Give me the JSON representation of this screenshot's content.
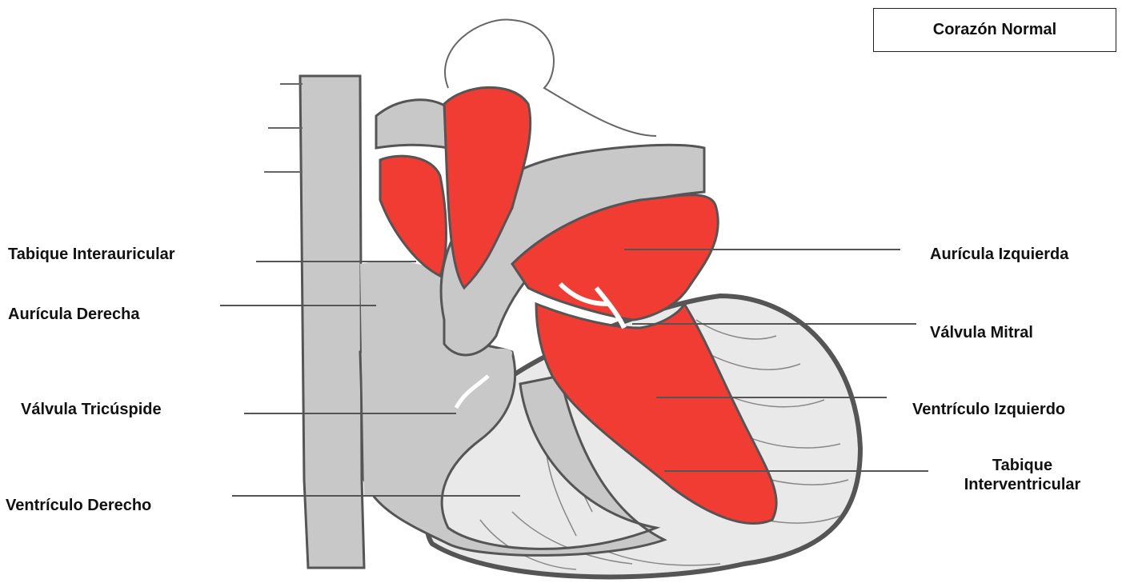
{
  "title": "Corazón Normal",
  "labels": {
    "tabique_interauricular": "Tabique Interauricular",
    "auricula_derecha": "Aurícula Derecha",
    "valvula_tricuspide": "Válvula Tricúspide",
    "ventriculo_derecho": "Ventrículo Derecho",
    "auricula_izquierda": "Aurícula Izquierda",
    "valvula_mitral": "Válvula Mitral",
    "ventriculo_izquierdo": "Ventrículo Izquierdo",
    "tabique_interventricular_1": "Tabique",
    "tabique_interventricular_2": "Interventricular"
  },
  "colors": {
    "oxygenated": "#f03c32",
    "deoxygenated": "#c8c8c8",
    "muscle": "#e9e9e9",
    "outline": "#555555",
    "leader_line": "#555555"
  }
}
